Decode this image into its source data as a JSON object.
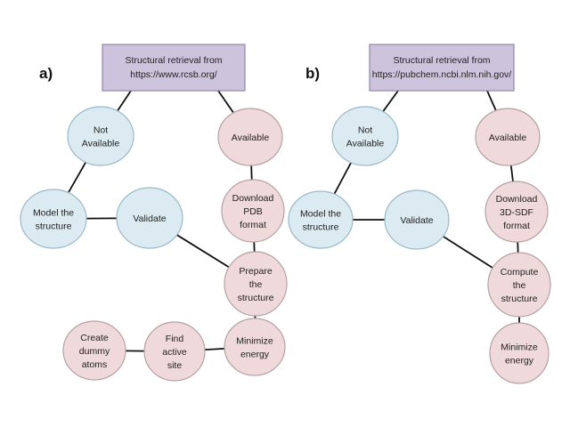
{
  "colors": {
    "source_box_fill": "#cec3dd",
    "source_box_stroke": "#8f87a6",
    "not_available_fill": "#dbebf1",
    "not_available_stroke": "#99b9c8",
    "available_fill": "#f0d9da",
    "available_stroke": "#b6a1a6",
    "edge": "#111111"
  },
  "panels": [
    {
      "id": "a",
      "label": "a)",
      "source": [
        "Structural retrieval from",
        "https://www.rcsb.org/"
      ],
      "nodes": [
        {
          "id": "a-not-available",
          "kind": "not_available",
          "lines": [
            "Not",
            "Available"
          ]
        },
        {
          "id": "a-available",
          "kind": "available",
          "lines": [
            "Available"
          ]
        },
        {
          "id": "a-model",
          "kind": "not_available",
          "lines": [
            "Model the",
            "structure"
          ]
        },
        {
          "id": "a-validate",
          "kind": "not_available",
          "lines": [
            "Validate"
          ]
        },
        {
          "id": "a-download",
          "kind": "available",
          "lines": [
            "Download",
            "PDB",
            "format"
          ]
        },
        {
          "id": "a-prepare",
          "kind": "available",
          "lines": [
            "Prepare",
            "the",
            "structure"
          ]
        },
        {
          "id": "a-minimize",
          "kind": "available",
          "lines": [
            "Minimize",
            "energy"
          ]
        },
        {
          "id": "a-find",
          "kind": "available",
          "lines": [
            "Find",
            "active",
            "site"
          ]
        },
        {
          "id": "a-dummy",
          "kind": "available",
          "lines": [
            "Create",
            "dummy",
            "atoms"
          ]
        }
      ],
      "edges": [
        [
          "source",
          "a-not-available"
        ],
        [
          "source",
          "a-available"
        ],
        [
          "a-not-available",
          "a-model"
        ],
        [
          "a-model",
          "a-validate"
        ],
        [
          "a-validate",
          "a-prepare"
        ],
        [
          "a-available",
          "a-download"
        ],
        [
          "a-download",
          "a-prepare"
        ],
        [
          "a-prepare",
          "a-minimize"
        ],
        [
          "a-minimize",
          "a-find"
        ],
        [
          "a-find",
          "a-dummy"
        ]
      ]
    },
    {
      "id": "b",
      "label": "b)",
      "source": [
        "Structural retrieval from",
        "https://pubchem.ncbi.nlm.nih.gov/"
      ],
      "nodes": [
        {
          "id": "b-not-available",
          "kind": "not_available",
          "lines": [
            "Not",
            "Available"
          ]
        },
        {
          "id": "b-available",
          "kind": "available",
          "lines": [
            "Available"
          ]
        },
        {
          "id": "b-model",
          "kind": "not_available",
          "lines": [
            "Model the",
            "structure"
          ]
        },
        {
          "id": "b-validate",
          "kind": "not_available",
          "lines": [
            "Validate"
          ]
        },
        {
          "id": "b-download",
          "kind": "available",
          "lines": [
            "Download",
            "3D-SDF",
            "format"
          ]
        },
        {
          "id": "b-compute",
          "kind": "available",
          "lines": [
            "Compute",
            "the",
            "structure"
          ]
        },
        {
          "id": "b-minimize",
          "kind": "available",
          "lines": [
            "Minimize",
            "energy"
          ]
        }
      ],
      "edges": [
        [
          "source",
          "b-not-available"
        ],
        [
          "source",
          "b-available"
        ],
        [
          "b-not-available",
          "b-model"
        ],
        [
          "b-model",
          "b-validate"
        ],
        [
          "b-validate",
          "b-compute"
        ],
        [
          "b-available",
          "b-download"
        ],
        [
          "b-download",
          "b-compute"
        ],
        [
          "b-compute",
          "b-minimize"
        ]
      ]
    }
  ]
}
